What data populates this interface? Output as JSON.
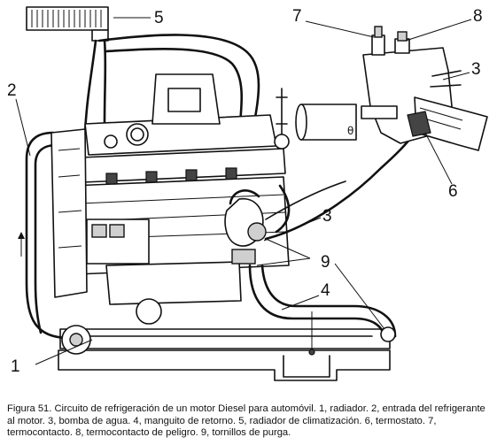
{
  "figure": {
    "callouts": [
      {
        "id": "1",
        "label": "1"
      },
      {
        "id": "2",
        "label": "2"
      },
      {
        "id": "3a",
        "label": "3"
      },
      {
        "id": "3b",
        "label": "3"
      },
      {
        "id": "4",
        "label": "4"
      },
      {
        "id": "5",
        "label": "5"
      },
      {
        "id": "6",
        "label": "6"
      },
      {
        "id": "7",
        "label": "7"
      },
      {
        "id": "8",
        "label": "8"
      },
      {
        "id": "9",
        "label": "9"
      }
    ],
    "thermostat_label": "θ"
  },
  "caption": {
    "text": "Figura 51. Circuito de refrigeración de un motor Diesel para automóvil. 1, radiador. 2, entrada del refrigerante al motor. 3, bomba de agua. 4, manguito de retorno. 5, radiador de climatización. 6, termostato. 7, termocontacto. 8, termocontacto de peligro. 9, tornillos de purga."
  }
}
